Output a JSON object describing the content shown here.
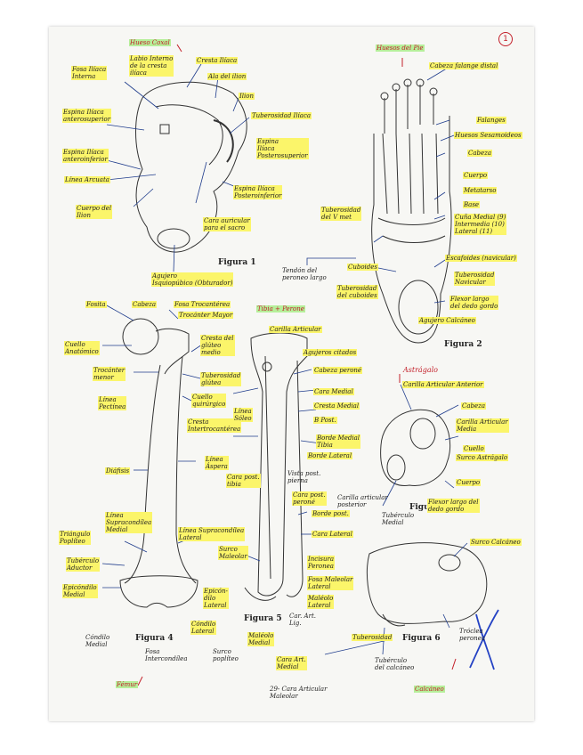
{
  "page": {
    "number": "1",
    "accent": "#c3202a",
    "highlight": "#fbf56a",
    "green_highlight": "#b6ef9a"
  },
  "figures": {
    "f1": "Figura 1",
    "f2": "Figura 2",
    "f3": "Figura 3",
    "f4": "Figura 4",
    "f5": "Figura 5",
    "f6": "Figura 6"
  },
  "headers": {
    "hueso_coxal": "Hueso Coxal",
    "huesos_pie": "Huesos del Pie",
    "tibia_perone": "Tibia + Perone",
    "astragalo": "Astrágalo",
    "femur": "Fémur",
    "calcaneo": "Calcáneo"
  },
  "labels": {
    "labio_interno": "Labio Interno\nde la cresta\nilíaca",
    "cresta_iliaca": "Cresta Ilíaca",
    "fosa_iliaca_interna": "Fosa Ilíaca\nInterna",
    "ala_ilion": "Ala del ilion",
    "ilion": "Ilion",
    "espina_antsup": "Espina Ilíaca\nanterosuperior",
    "tuberosidad_iliaca": "Tuberosidad Ilíaca",
    "espina_antinf": "Espina Ilíaca\nanteroinferior",
    "espina_postsup": "Espina\nIlíaca\nPosterosuperior",
    "linea_arcuata": "Línea Arcuata",
    "espina_postinf": "Espina Ilíaca\nPosteroinferior",
    "cuerpo_ilion": "Cuerpo del\nIlion",
    "cara_auricular": "Cara auricular\npara el sacro",
    "agujero": "Agujero\nIsquiopúbico (Obturador)",
    "cabeza_falange": "Cabeza falange distal",
    "falanges": "Falanges",
    "huesos_sesamoideos": "Huesos Sesamoideos",
    "cabeza_pie": "Cabeza",
    "cuerpo_pie": "Cuerpo",
    "metatarso": "Metatarso",
    "base": "Base",
    "cunas": "Cuña Medial (9)\nIntermedia (10)\nLateral (11)",
    "tuberosidad_v": "Tuberosidad\ndel V met",
    "tendon_peroneo": "Tendón del\nperoneo largo",
    "cuboides": "Cuboides",
    "tuberosidad_cuboides": "Tuberosidad\ndel cuboides",
    "escafoides": "Escafoides (navicular)",
    "tuberosidad_navicular": "Tuberosidad\nNavicular",
    "flexor_largo_pie": "Flexor largo\ndel dedo gordo",
    "agujero_calcaneo": "Agujero Calcáneo",
    "fosita": "Fosita",
    "cabeza_femur": "Cabeza",
    "fosa_trocanterea": "Fosa Trocantérea",
    "trocanter_mayor": "Trocánter Mayor",
    "cuello_anatomico": "Cuello\nAnatómico",
    "cresta_gluteo": "Cresta del\nglúteo\nmedio",
    "trocanter_menor": "Trocánter\nmenor",
    "tuberosidad_glutea": "Tuberosidad\nglútea",
    "linea_pectinea": "Línea\nPectínea",
    "cuello_quirurgico": "Cuello\nquirúrgico",
    "cresta_intertrocanterea": "Cresta\nIntertrocantérea",
    "linea_aspera": "Línea\nÁspera",
    "diafisis": "Diáfisis",
    "linea_supra_medial": "Línea\nSupracondílea\nMedial",
    "linea_supra_lateral": "Línea Supracondílea\nLateral",
    "triangulo_popliteo": "Triángulo\nPoplíteo",
    "tuberculo_aductor": "Tubérculo\nAductor",
    "epicondilo_medial": "Epicóndilo\nMedial",
    "epicondilo_lateral": "Epicón-\ndilo\nLateral",
    "condilo_lateral": "Cóndilo\nLateral",
    "condilo_medial": "Cóndilo\nMedial",
    "fosa_intercondilea": "Fosa\nIntercondílea",
    "surco_popliteo": "Surco\npoplíteo",
    "carilla_articular": "Carilla Articular",
    "agujeros_citados": "Agujeros citados",
    "cabeza_perone": "Cabeza peroné",
    "cara_medial_1": "Cara Medial",
    "cresta_medial": "Cresta Medial",
    "b_post": "B Post.",
    "linea_soleo": "Línea\nSóleo",
    "borde_medial_tibia": "Borde Medial\nTibia",
    "borde_lateral": "Borde Lateral",
    "vista_post": "Vista post.\npierna",
    "cara_post_tibia": "Cara post.\ntibia",
    "cara_post_perone": "Cara post.\nperoné",
    "borde_post": "Borde post.",
    "cara_lateral": "Cara Lateral",
    "surco_maleolar": "Surco\nMaleolar",
    "incisura_peronea": "Incisura\nPeronea",
    "fosa_maleolar": "Fosa Maleolar\nLateral",
    "maleolo_lateral": "Maléolo\nLateral",
    "car_art_lig": "Car. Art.\nLig.",
    "maleolo_medial": "Maléolo\nMedial",
    "cara_art_medial": "Cara Art.\nMedial",
    "cara_art_maleolar": "29- Cara Articular\nMaleolar",
    "carilla_art_anterior": "Carilla Articular Anterior",
    "cabeza_astragalo": "Cabeza",
    "carilla_art_media": "Carilla Articular\nMedia",
    "cuello_astragalo": "Cuello",
    "surco_astragalo": "Surco Astrágalo",
    "cuerpo_astragalo": "Cuerpo",
    "carilla_posterior": "Carilla articular\nposterior",
    "flexor_largo_astragalo": "Flexor largo del\ndedo gordo",
    "tuberculo_medial": "Tubérculo\nMedial",
    "surco_calcaneo": "Surco Calcáneo",
    "tuberosidad_calcaneo": "Tuberosidad",
    "troclea_peronea": "Tróclea\nperonea",
    "tuberculo_calcaneo": "Tubérculo\ndel calcáneo"
  }
}
